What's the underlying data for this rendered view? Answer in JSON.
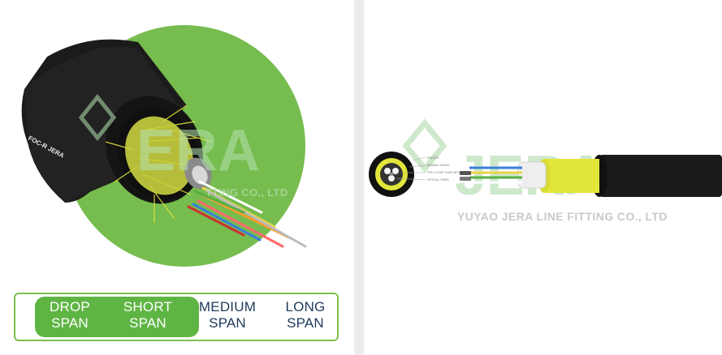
{
  "left_panel": {
    "cable_print": "FOC-R  JERA",
    "watermark_brand": "ERA",
    "watermark_tagline_partial": "TTING CO., LTD",
    "span_selector": {
      "items": [
        {
          "line1": "DROP",
          "line2": "SPAN",
          "active": true
        },
        {
          "line1": "SHORT",
          "line2": "SPAN",
          "active": true
        },
        {
          "line1": "MEDIUM",
          "line2": "SPAN",
          "active": false
        },
        {
          "line1": "LONG",
          "line2": "SPAN",
          "active": false
        }
      ]
    }
  },
  "right_panel": {
    "watermark_brand": "JERA",
    "watermark_tagline": "YUYAO JERA LINE FITTING CO., LTD",
    "cross_section_labels": [
      "SHEATH",
      "ARAMID YARNS",
      "FRP LOOSE TUBE WITH GEL COMPOUND",
      "OPTICAL FIBER"
    ]
  },
  "colors": {
    "green_circle": "#76bc4e",
    "span_highlight": "#5fb544",
    "span_text": "#1e3a5a",
    "cable_black": "#1b1b1b",
    "aramid_yellow": "#e3e63a",
    "watermark_green": "#9ed39a"
  }
}
